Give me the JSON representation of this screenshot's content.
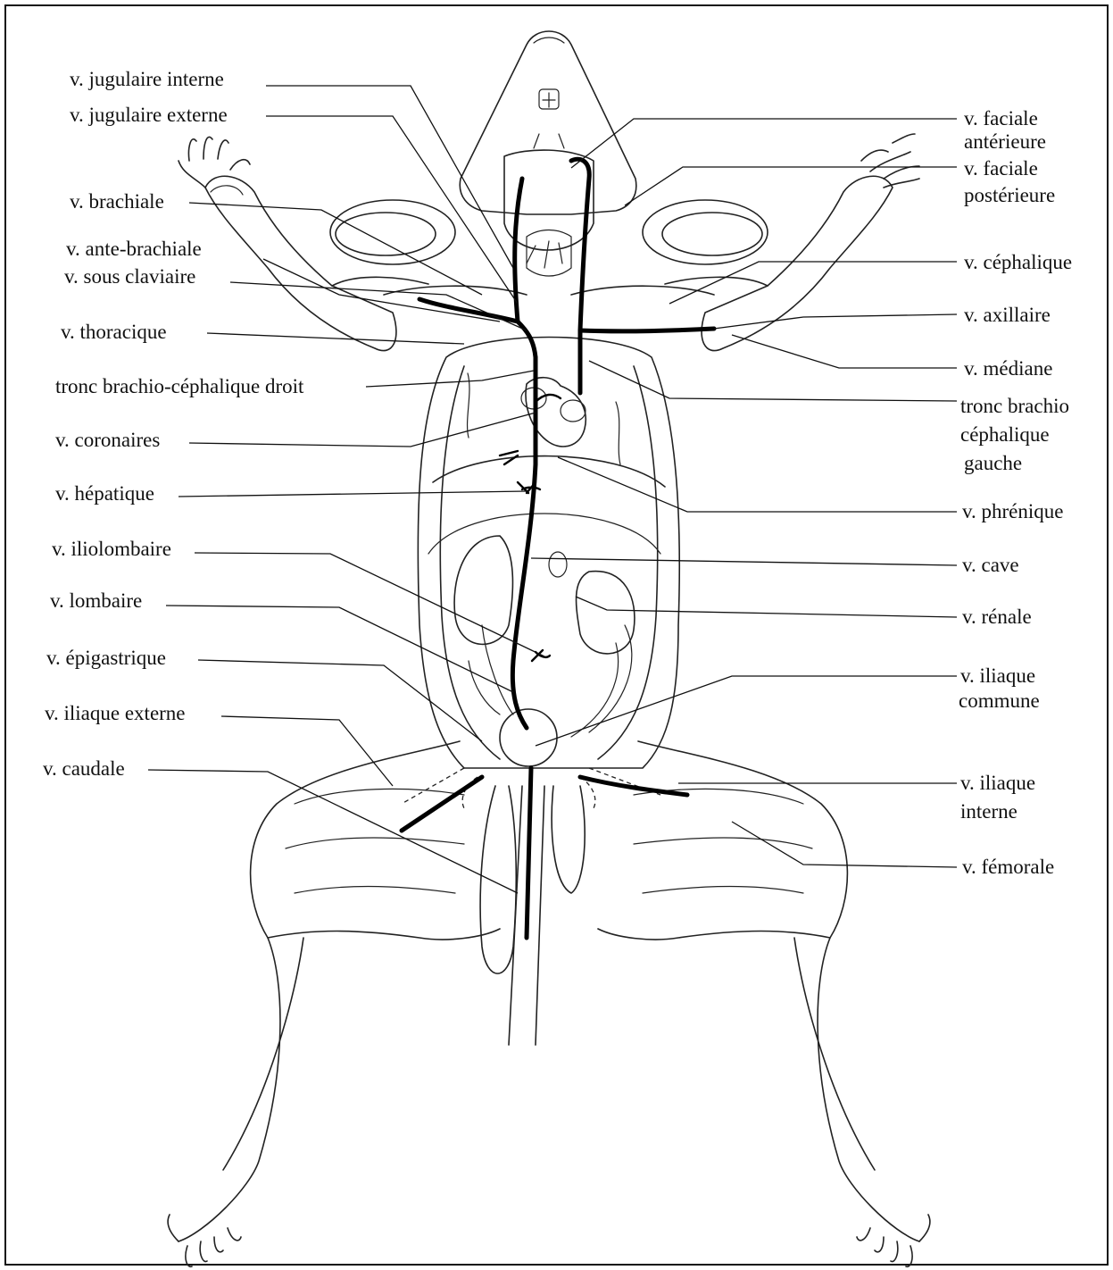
{
  "labels_left": [
    {
      "id": "jugulaire-interne",
      "text": "v. jugulaire interne"
    },
    {
      "id": "jugulaire-externe",
      "text": "v. jugulaire externe"
    },
    {
      "id": "brachiale",
      "text": "v. brachiale"
    },
    {
      "id": "ante-brachiale",
      "text": "v. ante-brachiale"
    },
    {
      "id": "sous-claviaire",
      "text": "v. sous claviaire"
    },
    {
      "id": "thoracique",
      "text": "v. thoracique"
    },
    {
      "id": "tronc-brachio-cephalique-droit",
      "text": "tronc brachio-céphalique droit"
    },
    {
      "id": "coronaires",
      "text": "v. coronaires"
    },
    {
      "id": "hepatique",
      "text": "v. hépatique"
    },
    {
      "id": "iliolombaire",
      "text": "v. iliolombaire"
    },
    {
      "id": "lombaire",
      "text": "v. lombaire"
    },
    {
      "id": "epigastrique",
      "text": "v. épigastrique"
    },
    {
      "id": "iliaque-externe",
      "text": "v. iliaque externe"
    },
    {
      "id": "caudale",
      "text": "v. caudale"
    }
  ],
  "labels_right": [
    {
      "id": "faciale-anterieure",
      "lines": [
        "v. faciale",
        "antérieure"
      ]
    },
    {
      "id": "faciale-posterieure",
      "lines": [
        "v. faciale",
        "postérieure"
      ]
    },
    {
      "id": "cephalique",
      "lines": [
        "v. céphalique"
      ]
    },
    {
      "id": "axillaire",
      "lines": [
        "v. axillaire"
      ]
    },
    {
      "id": "mediane",
      "lines": [
        "v. médiane"
      ]
    },
    {
      "id": "tronc-brachio-cephalique-gauche",
      "lines": [
        "tronc brachio",
        "céphalique",
        "gauche"
      ]
    },
    {
      "id": "phrenique",
      "lines": [
        "v. phrénique"
      ]
    },
    {
      "id": "cave",
      "lines": [
        "v. cave"
      ]
    },
    {
      "id": "renale",
      "lines": [
        "v. rénale"
      ]
    },
    {
      "id": "iliaque-commune",
      "lines": [
        "v. iliaque",
        "commune"
      ]
    },
    {
      "id": "iliaque-interne",
      "lines": [
        "v. iliaque",
        "interne"
      ]
    },
    {
      "id": "femorale",
      "lines": [
        "v. fémorale"
      ]
    }
  ]
}
